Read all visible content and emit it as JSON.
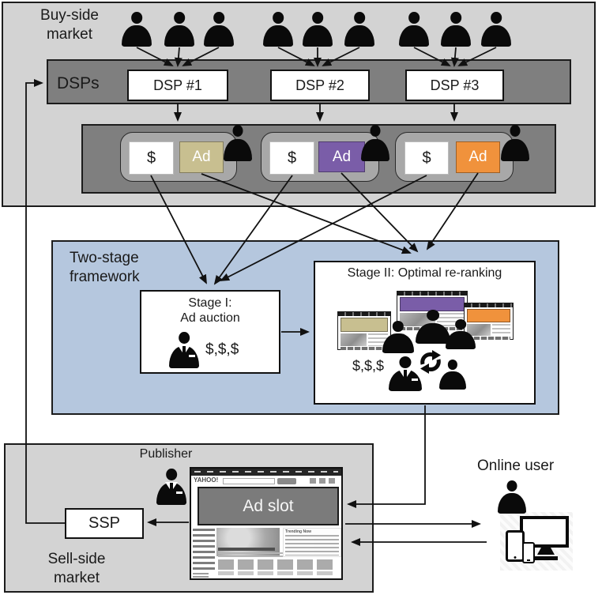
{
  "buy_side": {
    "label": "Buy-side market",
    "dsps_label": "DSPs",
    "dsp_names": [
      "DSP #1",
      "DSP #2",
      "DSP #3"
    ],
    "pairs": [
      {
        "money": "$",
        "ad": "Ad",
        "color": "#c8bf90"
      },
      {
        "money": "$",
        "ad": "Ad",
        "color": "#7a5da8"
      },
      {
        "money": "$",
        "ad": "Ad",
        "color": "#f0923c"
      }
    ]
  },
  "framework": {
    "label": "Two-stage framework",
    "stage1": {
      "title": "Stage I:",
      "subtitle": "Ad auction",
      "money": "$,$,$"
    },
    "stage2": {
      "title": "Stage II: Optimal re-ranking",
      "money": "$,$,$"
    }
  },
  "sell_side": {
    "label": "Sell-side market",
    "publisher_label": "Publisher",
    "ssp_label": "SSP",
    "webpage": {
      "logo": "YAHOO!",
      "ad_slot_label": "Ad slot",
      "trending_label": "Trending Now"
    }
  },
  "online_user": {
    "label": "Online user"
  },
  "colors": {
    "panel_gray": "#d3d3d3",
    "bar_gray": "#7f7f7f",
    "pair_gray": "#a8a8a8",
    "framework_blue": "#b5c7de",
    "ad_slot_gray": "#7b7b7b"
  }
}
